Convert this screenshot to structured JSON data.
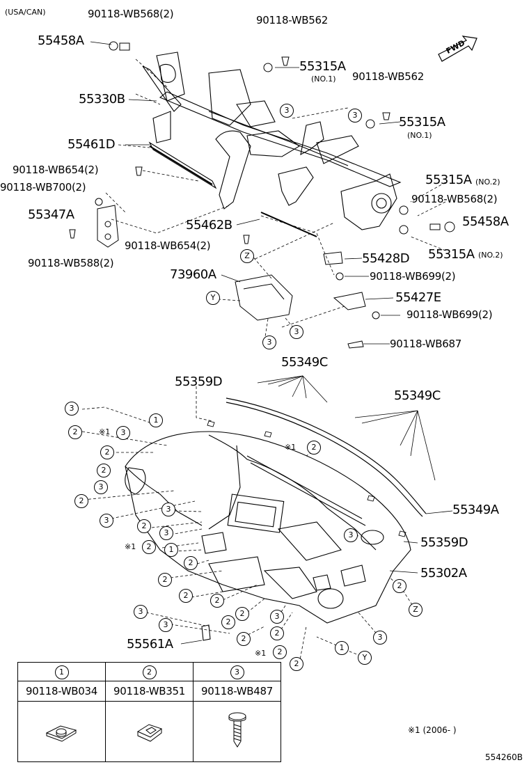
{
  "header": {
    "region": "(USA/CAN)",
    "fwd": "FWD"
  },
  "parts": {
    "b568_top": "90118-WB568(2)",
    "b562_top": "90118-WB562",
    "p55458a_top": "55458A",
    "p55315a_1": "55315A",
    "no1_a": "(NO.1)",
    "b562_right": "90118-WB562",
    "p55330b": "55330B",
    "p55315a_2": "55315A",
    "no1_b": "(NO.1)",
    "p55461d": "55461D",
    "b654_left": "90118-WB654(2)",
    "b700": "90118-WB700(2)",
    "p55315a_3": "55315A",
    "no2_a": "(NO.2)",
    "b568_right": "90118-WB568(2)",
    "p55347a": "55347A",
    "p55458a_right": "55458A",
    "p55462b": "55462B",
    "b654_mid": "90118-WB654(2)",
    "p55315a_4": "55315A",
    "no2_b": "(NO.2)",
    "b588": "90118-WB588(2)",
    "p55428d": "55428D",
    "p73960a": "73960A",
    "b699_a": "90118-WB699(2)",
    "p55427e": "55427E",
    "b699_b": "90118-WB699(2)",
    "b687": "90118-WB687",
    "p55349c_a": "55349C",
    "p55359d_a": "55359D",
    "p55349c_b": "55349C",
    "p55349a": "55349A",
    "p55359d_b": "55359D",
    "p55302a": "55302A",
    "p55561a": "55561A"
  },
  "markers": {
    "n1": "1",
    "n2": "2",
    "n3": "3",
    "y": "Y",
    "z": "Z",
    "x1": "※1"
  },
  "legend": {
    "cols": [
      {
        "mark": "1",
        "part": "90118-WB034",
        "icon": "u-nut-icon"
      },
      {
        "mark": "2",
        "part": "90118-WB351",
        "icon": "clip-nut-icon"
      },
      {
        "mark": "3",
        "part": "90118-WB487",
        "icon": "screw-icon"
      }
    ]
  },
  "footnote": "※1 (2006-      )",
  "diagram_id": "554260B"
}
